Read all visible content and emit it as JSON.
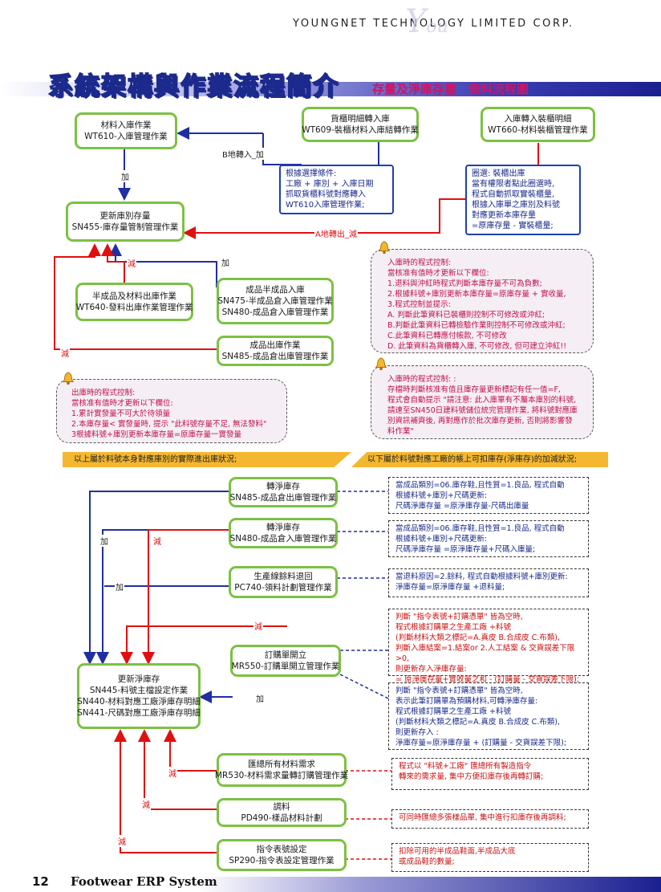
{
  "header": {
    "company": "YOUNGNET TECHNOLOGY LIMITED CORP.",
    "title": "系統架構與作業流程簡介",
    "subtitle": "存量及淨庫存量　資料流程圖"
  },
  "boxes": {
    "b1": [
      "材料入庫作業",
      "WT610-入庫管理作業"
    ],
    "b2": [
      "貨櫃明細轉入庫",
      "WT609-裝櫃材料入庫結轉作業"
    ],
    "b3": [
      "入庫轉入裝櫃明細",
      "WT660-材料裝櫃管理作業"
    ],
    "b4": [
      "更新庫別存量",
      "SN455-庫存量管制管理作業"
    ],
    "b5": [
      "半成品及材料出庫作業",
      "WT640-發料出庫作業管理作業"
    ],
    "b6": [
      "成品半成品入庫",
      "SN475-半成品倉入庫管理作業",
      "SN480-成品倉入庫管理作業"
    ],
    "b7": [
      "成品出庫作業",
      "SN485-成品倉出庫管理作業"
    ],
    "b8": [
      "轉淨庫存",
      "SN485-成品倉出庫管理作業"
    ],
    "b9": [
      "轉淨庫存",
      "SN480-成品倉入庫管理作業"
    ],
    "b10": [
      "生產線餘料退回",
      "PC740-領料計劃管理作業"
    ],
    "b11": [
      "訂購單開立",
      "MR550-訂購單開立管理作業"
    ],
    "b12": [
      "更新淨庫存",
      "SN445-料號主檔設定作業",
      "SN440-材料對應工廠淨庫存明細",
      "SN441-尺碼對應工廠淨庫存明細"
    ],
    "b13": [
      "匯總所有材料需求",
      "MR530-材料需求量轉訂購管理作業"
    ],
    "b14": [
      "調料",
      "PD490-樣品材料計劃"
    ],
    "b15": [
      "指令表號設定",
      "SP290-指令表設定管理作業"
    ]
  },
  "notes": {
    "n1": [
      "根據選擇條件:",
      "工廠 + 庫別 + 入庫日期",
      "抓取貨櫃料號對應轉入",
      "WT610入庫管理作業;"
    ],
    "n2": [
      "圈選: 裝櫃出庫",
      "當有權限者點此圈選時,",
      "程式自動抓取實裝櫃量,",
      "根據入庫單之庫別及料號",
      "對應更新本庫存量",
      "=原庫存量 - 實裝櫃量;"
    ]
  },
  "rules": {
    "p1": [
      "入庫時的程式控制:",
      "當核准有值時才更新以下欄位:",
      "1.退料與沖紅時程式判斷本庫存量不可為負數;",
      "2.根據料號+庫別更新本庫存量=原庫存量 + 實收量,",
      "3.程式控制並提示:",
      "A. 判斷此筆資料已裝櫃則控制不可修改或沖紅;",
      "B.判斷此筆資料已轉檢驗作業則控制不可修改或沖紅;",
      "C.此筆資料已轉應付帳款, 不可修改",
      "D. 此筆資料為貨櫃轉入庫, 不可修改, 但可建立沖紅!!"
    ],
    "p2": [
      "入庫時的程式控制: :",
      "存檔時判斷核准有值且庫存量更新標記有任一值=F,",
      "程式會自動提示 \"請注意: 此入庫單有不屬本庫別的料號,",
      "請速至SN450日建料號儲位統完管理作業, 將料號對應庫",
      "別資訊補齊後, 再對應作於批次庫存更新, 否則將影響發",
      "料作業\""
    ],
    "p3": [
      "出庫時的程式控制:",
      "當核准有值時才更新以下欄位:",
      "1.累計實發量不可大於待領量",
      "2.本庫存量< 實發量時, 提示 \"此料號存量不足, 無法發料\"",
      "3根據料號+庫別更新本庫存量=原庫存量一實發量"
    ]
  },
  "banners": {
    "left": "以上屬於料號本身對應庫別的實際進出庫狀況;",
    "right": "以下屬於料號對應工廠的帳上可扣庫存(淨庫存)的加減狀況;"
  },
  "side_notes": {
    "s1": [
      "當成品類別=06.庫存鞋,且性質=1.良品, 程式自動",
      "根據料號+庫別+尺碼更新:",
      "尺碼淨庫存量 =原淨庫存量-尺碼出庫量"
    ],
    "s2": [
      "當成品類別=06.庫存鞋,且性質=1.良品, 程式自動",
      "根據料號+庫別+尺碼更新:",
      "尺碼淨庫存量 =原淨庫存量+尺碼入庫量;"
    ],
    "s3": [
      "當退料原因=2.餘料, 程式自動根據料號+庫別更新:",
      "淨庫存量=原淨庫存量 +退料量;"
    ],
    "s4": [
      "判斷 \"指令表號+訂購憑單\" 皆為空時,",
      "程式根據訂購單之生產工廠 +料號",
      "(判斷材料大類之標記=A.真皮 B.合成皮 C.布類),",
      "判斷入庫結案=1.結案or 2.人工結案 & 交貨誤差下限>0,",
      "則更新存入淨庫存量:",
      "= 原淨庫存量+實收量之和 - (訂購量 - 交貨誤差下限);"
    ],
    "s5": [
      "判斷 \"指令表號+訂購憑單\" 皆為空時,",
      "表示此筆訂購單為預購材料,可轉淨庫存量:",
      "程式根據訂購單之生產工廠 +料號",
      "(判斷材料大類之標記=A.真皮 B.合成皮 C.布類),",
      "則更新存入 :",
      "淨庫存量=原淨庫存量 + (訂購量 - 交貨誤差下限);"
    ],
    "s6": [
      "程式以 \"料號+工廠\" 匯總所有製造指令",
      "轉來的需求量, 集中方便扣庫存後再轉訂購;"
    ],
    "s7": [
      "可同時匯總多張樣品單, 集中進行扣庫存後再調料;"
    ],
    "s8": [
      "扣除可用的半成品鞋面,半成品大底",
      "或成品鞋的數量;"
    ]
  },
  "labels": {
    "add": "加",
    "sub": "減",
    "b_transfer": "B地轉入_加",
    "a_transfer": "A地轉出_減"
  },
  "footer": {
    "page": "12",
    "system": "Footwear ERP System"
  },
  "colors": {
    "green": "#7cc142",
    "blue": "#1f2fa0",
    "red": "#e01010",
    "orange": "#f4b72f",
    "pink": "#c1124a"
  }
}
